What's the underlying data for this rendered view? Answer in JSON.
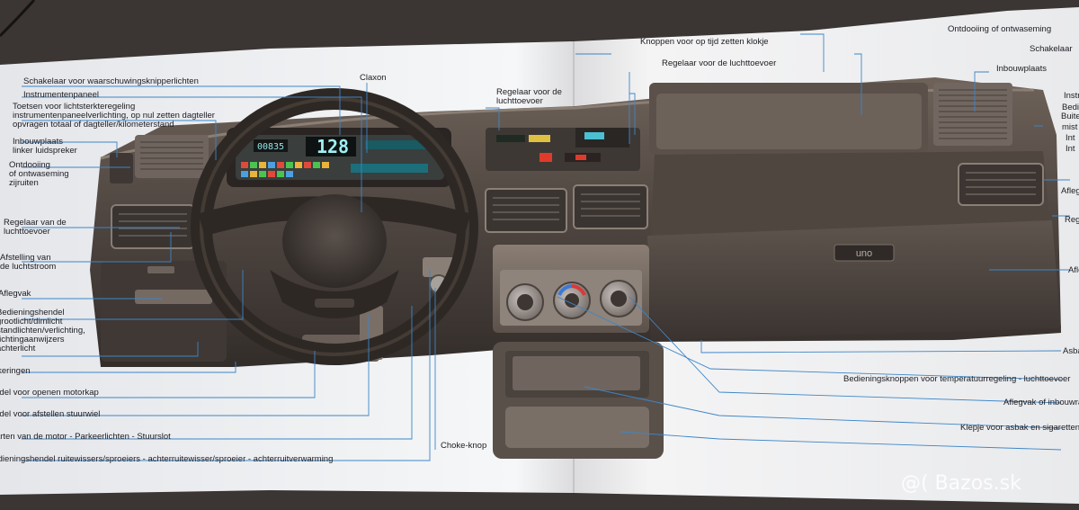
{
  "watermark": "@( Bazos.sk",
  "display": {
    "odometer": "00835",
    "speed": "128"
  },
  "badge": "uno",
  "labels": {
    "schakelaar_left": "Schakelaar voor waarschuwingsknipperlichten",
    "claxon": "Claxon",
    "knoppen_klokje": "Knoppen voor op tijd zetten klokje",
    "regelaar_lucht_right": "Regelaar voor de luchttoevoer",
    "ontdooiing_top": "Ontdooiing of ontwaseming",
    "regelaar_mid_1": "Regelaar voor de",
    "regelaar_mid_2": "luchttoevoer",
    "instrumentenpaneel": "Instrumentenpaneel",
    "toetsen_1": "Toetsen voor lichtsterkteregeling",
    "toetsen_2": "instrumentenpaneelverlichting, op nul zetten dagteller",
    "toetsen_3": "opvragen totaal  of dagteller/kilometerstand",
    "inbouw_left_1": "Inbouwplaats",
    "inbouw_left_2": "linker luidspreker",
    "ontdooiing_left_1": "Ontdooiing",
    "ontdooiing_left_2": "of ontwaseming",
    "ontdooiing_left_3": "zijruiten",
    "regelaar_left_1": "Regelaar van de",
    "regelaar_left_2": "luchttoevoer",
    "afstelling_1": "Afstelling van",
    "afstelling_2": "de luchtstroom",
    "aflegvak_left": "Aflegvak",
    "bediening_1": "Bedieningshendel",
    "bediening_2": "grootlicht/dimlicht",
    "bediening_3": "standlichten/verlichting,",
    "bediening_4": "richtingaanwijzers",
    "bediening_5": "achterlicht",
    "zekeringen": "Zekeringen",
    "motorkap": "Hendel voor openen motorkap",
    "stuurwiel": "Hendel voor afstellen stuurwiel",
    "motor": "Starten van de motor - Parkeerlichten - Stuurslot",
    "ruitewissers": "Bedieningshendel ruitewissers/sproeiers - achterruitewisser/sproeier - achterruitverwarming",
    "choke": "Choke-knop",
    "schakel_right": "Schakelaar",
    "inbouwplaats_right": "Inbouwplaats",
    "right_1": "Instr",
    "right_2": "Bedie",
    "right_3": "Buitens",
    "right_4": "mist",
    "right_5": "Int",
    "right_6": "Int",
    "right_7": "Afleg",
    "right_8": "Reg",
    "right_9": "Aflegvak",
    "bedieningsknoppen": "Bedieningsknoppen voor temperatuurregeling - luchttoevoer",
    "aflegvak_of": "Aflegvak of inbouwradio",
    "klepje": "Klepje voor asbak en sigarettenaansteker",
    "astbak": "Asbak"
  }
}
